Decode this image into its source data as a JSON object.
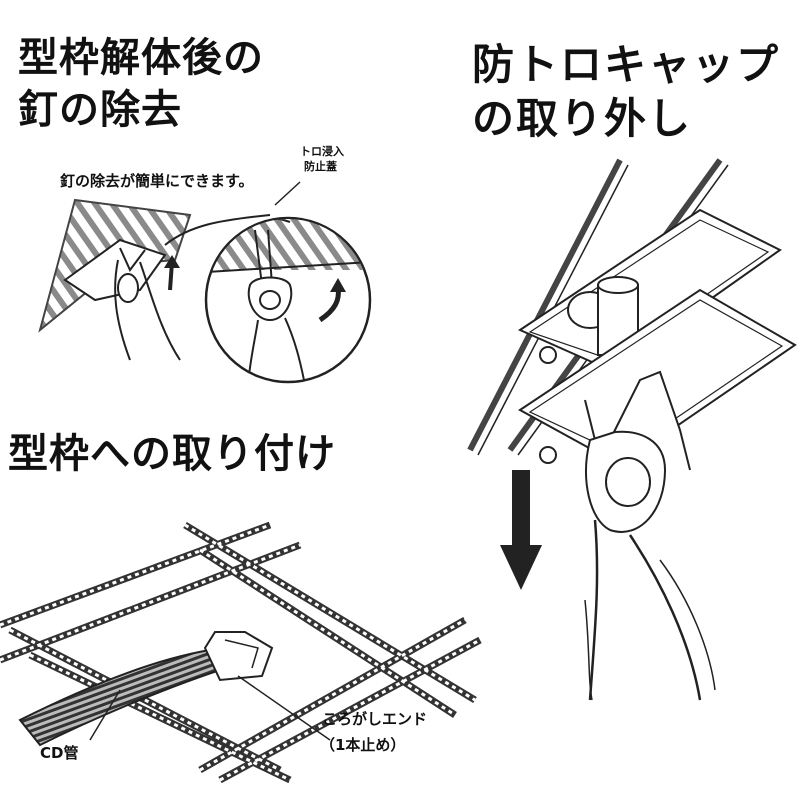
{
  "sections": {
    "nail_removal": {
      "title_line1": "型枠解体後の",
      "title_line2": "釘の除去",
      "caption": "釘の除去が簡単にできます。",
      "callout_line1": "トロ浸入",
      "callout_line2": "防止蓋"
    },
    "cap_removal": {
      "title_line1": "防トロキャップ",
      "title_line2": "の取り外し"
    },
    "formwork_mounting": {
      "title": "型枠への取り付け",
      "label_end_line1": "ころがしエンド",
      "label_end_line2": "（1本止め）",
      "label_pipe": "CD管"
    }
  }
}
